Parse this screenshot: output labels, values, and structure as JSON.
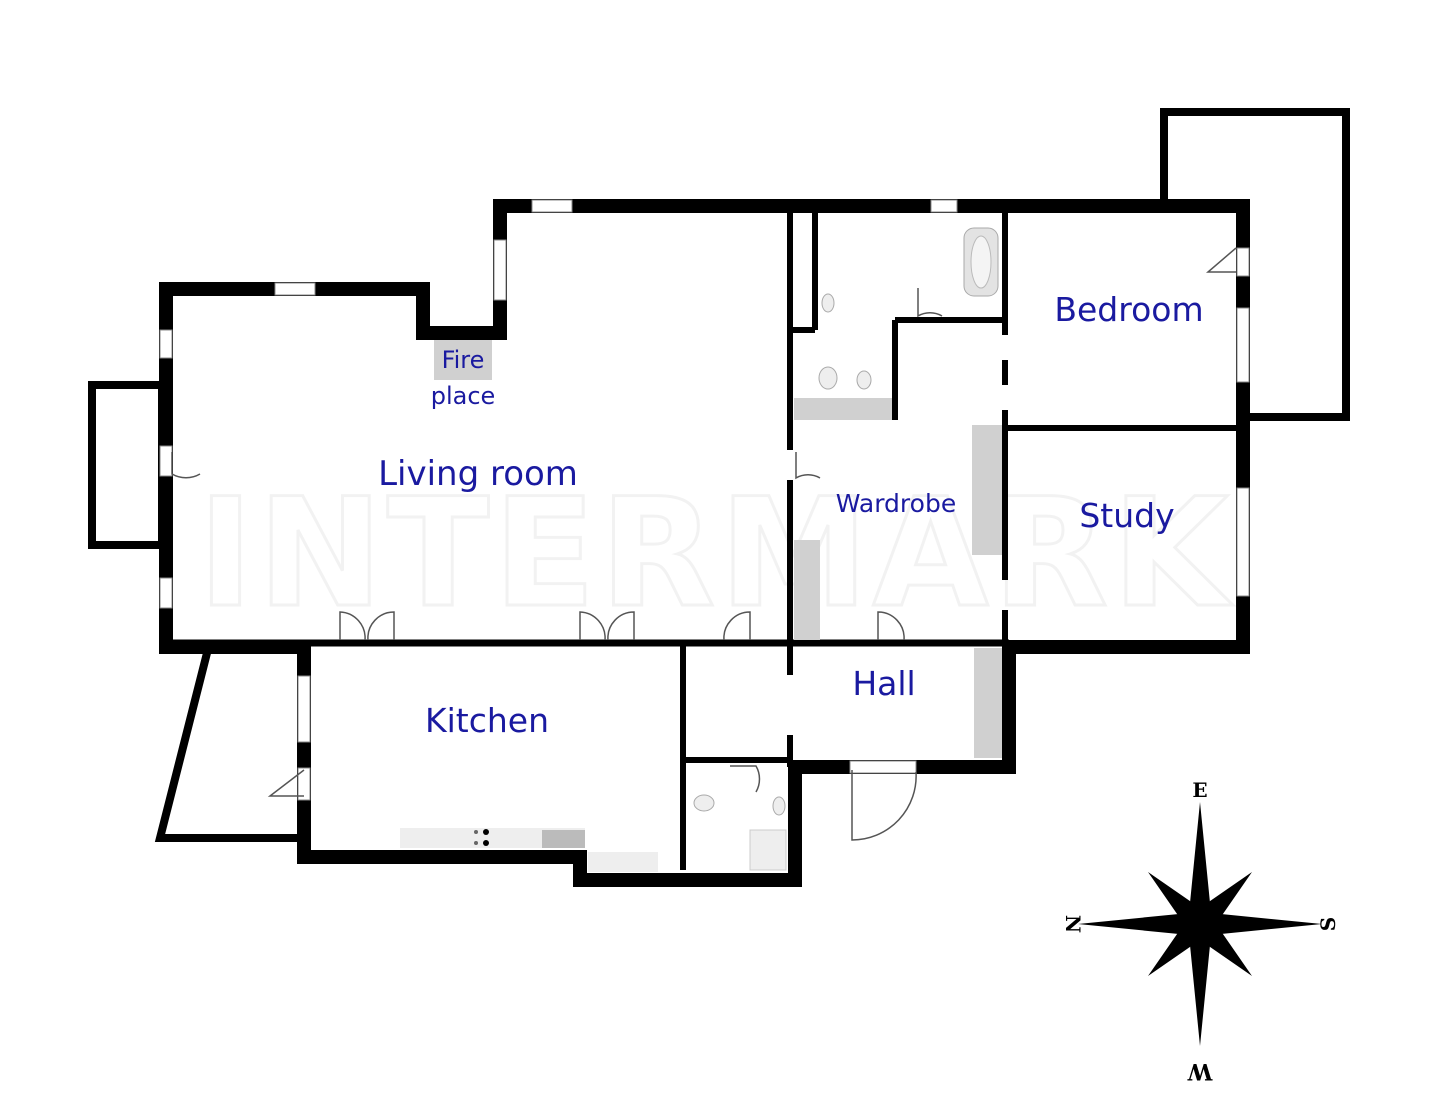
{
  "rooms": {
    "fireplace_line1": "Fire",
    "fireplace_line2": "place",
    "living_room": "Living room",
    "wardrobe": "Wardrobe",
    "bedroom": "Bedroom",
    "study": "Study",
    "hall": "Hall",
    "kitchen": "Kitchen"
  },
  "watermark": "INTERMARK",
  "compass": {
    "top": "E",
    "left": "N",
    "right": "S",
    "bottom": "W"
  },
  "colors": {
    "wall": "#000000",
    "label": "#1a1aa0",
    "fixture": "#d0d0d0"
  }
}
